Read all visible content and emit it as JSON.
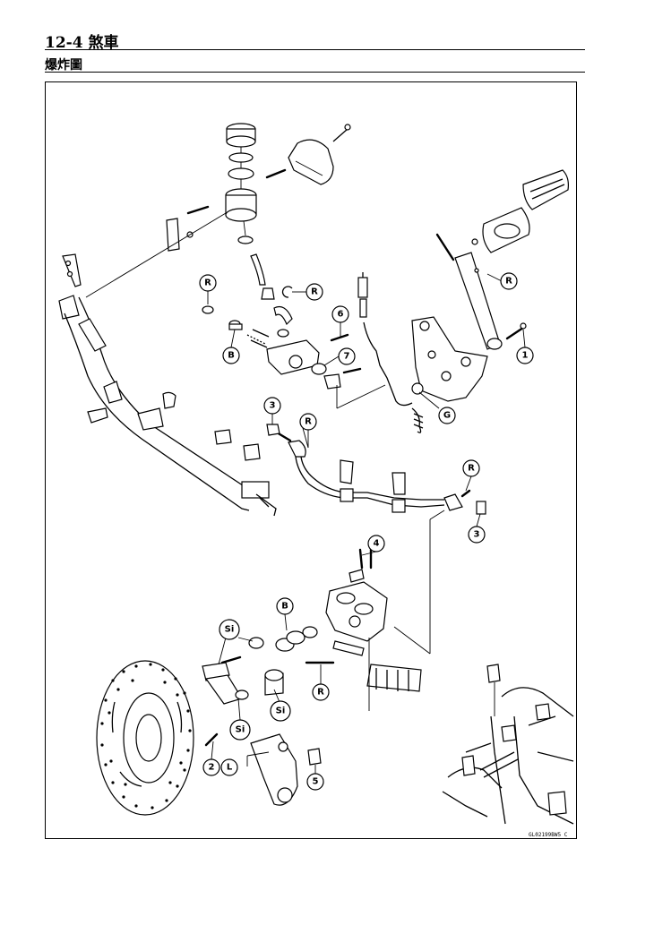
{
  "header": {
    "section_title": "12-4 煞車",
    "sub_title": "爆炸圖"
  },
  "diagram": {
    "code": "GL02199BW5 C",
    "callouts": [
      {
        "id": "c-r1",
        "label": "R"
      },
      {
        "id": "c-r2",
        "label": "R"
      },
      {
        "id": "c-r3",
        "label": "R"
      },
      {
        "id": "c-r4",
        "label": "R"
      },
      {
        "id": "c-r5",
        "label": "R"
      },
      {
        "id": "c-r6",
        "label": "R"
      },
      {
        "id": "c-b1",
        "label": "B"
      },
      {
        "id": "c-b2",
        "label": "B"
      },
      {
        "id": "c-1",
        "label": "1"
      },
      {
        "id": "c-2",
        "label": "2"
      },
      {
        "id": "c-l",
        "label": "L"
      },
      {
        "id": "c-3a",
        "label": "3"
      },
      {
        "id": "c-3b",
        "label": "3"
      },
      {
        "id": "c-4",
        "label": "4"
      },
      {
        "id": "c-5",
        "label": "5"
      },
      {
        "id": "c-6",
        "label": "6"
      },
      {
        "id": "c-7",
        "label": "7"
      },
      {
        "id": "c-g",
        "label": "G"
      },
      {
        "id": "c-si1",
        "label": "Si"
      },
      {
        "id": "c-si2",
        "label": "Si"
      },
      {
        "id": "c-si3",
        "label": "Si"
      }
    ]
  }
}
